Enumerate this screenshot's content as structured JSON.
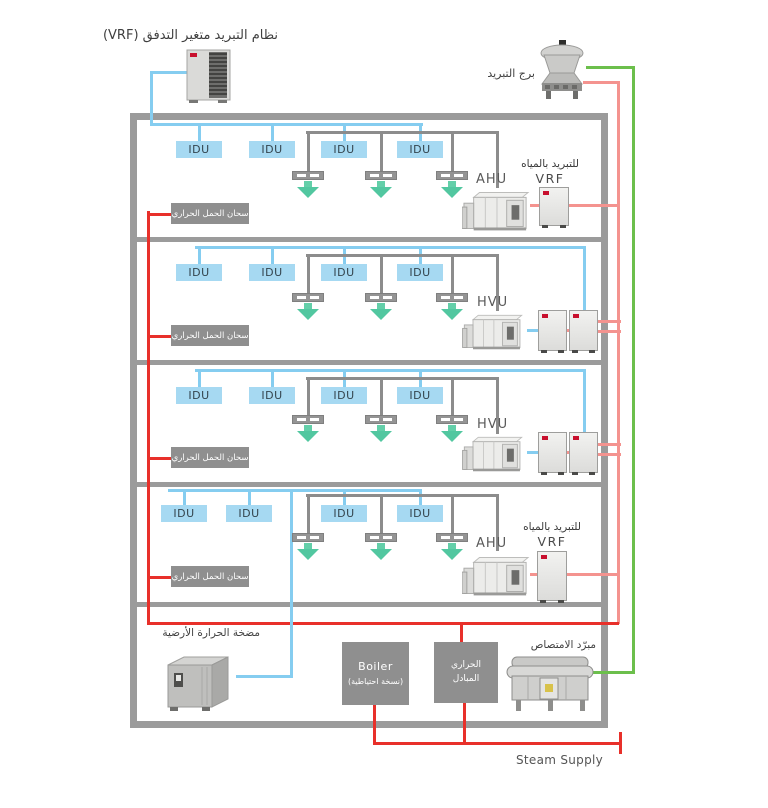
{
  "diagram": {
    "title": "نظام التبريد متغير التدفق (VRF)",
    "cooling_tower": "برج التبريد",
    "idu": "IDU",
    "ahu": "AHU",
    "hvu": "HVU",
    "vrf": "VRF",
    "water_cooled_vrf": "للتبريد بالمياه",
    "heat_load_label": "سحان الحمل الحراري",
    "ground_heat_pump": "مضخة الحرارة الأرضية",
    "boiler": "Boiler",
    "boiler_note": "(نسخة احتياطية)",
    "heat_exchanger_line1": "الحراري",
    "heat_exchanger_line2": "المبادل",
    "absorption_chiller": "مبرّد الامتصاص",
    "steam_supply": "Steam Supply"
  },
  "colors": {
    "refrigerant_blue": "#85cdf0",
    "hot_water_red": "#e8302a",
    "condenser_pink": "#f4938f",
    "cooling_tower_green": "#6cbf4c",
    "duct_gray": "#8c8c8c",
    "building_gray": "#9b9b9b",
    "idu_fill": "#a6d9f2",
    "arrow_teal": "#52c7a0",
    "label_box_gray": "#8f8f8f"
  }
}
